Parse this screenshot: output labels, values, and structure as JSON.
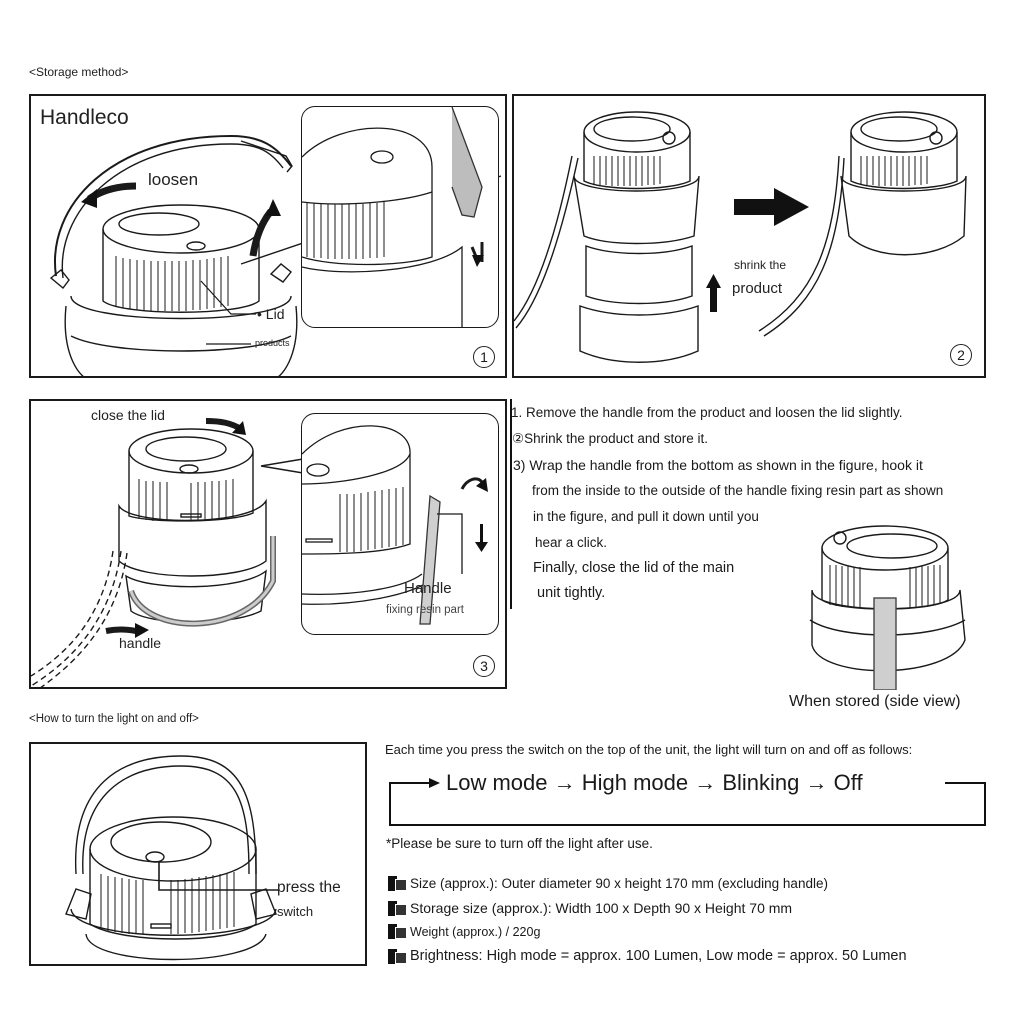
{
  "storage_section": {
    "title": "<Storage method>",
    "panel1": {
      "brand": "Handleco",
      "loosen_label": "loosen",
      "lid_label": "• Lid",
      "products_label": "products",
      "step_number": "1"
    },
    "panel2": {
      "shrink_label_line1": "shrink the",
      "shrink_label_line2": "product",
      "step_number": "2"
    },
    "panel3": {
      "close_lid_label": "close the lid",
      "handle_label": "handle",
      "callout_title": "Handle",
      "callout_subtitle": "fixing resin part",
      "step_number": "3"
    },
    "instructions": [
      "1. Remove the handle from the product and loosen the lid slightly.",
      "②Shrink the product and store it.",
      "3) Wrap the handle from the bottom as shown in the figure, hook it",
      "from the inside to the outside of the handle fixing resin part as shown",
      "in the figure, and pull it down until you",
      "hear a click.",
      "Finally, close the lid of the main",
      "unit tightly."
    ],
    "stored_caption": "When stored (side view)"
  },
  "light_section": {
    "title": "<How to turn the light on and off>",
    "press_label_line1": "press the",
    "press_label_line2": "switch",
    "intro": "Each time you press the switch on the top of the unit, the light will turn on and off as follows:",
    "cycle": [
      "Low mode",
      "High mode",
      "Blinking",
      "Off"
    ],
    "cycle_text": "Low mode → High mode → Blinking → Off",
    "note": "*Please be sure to turn off the light after use."
  },
  "specs": [
    "Size (approx.): Outer diameter 90 x height 170 mm (excluding handle)",
    "Storage size (approx.): Width 100 x Depth 90 x Height 70 mm",
    "Weight (approx.) / 220g",
    "Brightness: High mode = approx. 100 Lumen, Low mode = approx. 50 Lumen"
  ]
}
